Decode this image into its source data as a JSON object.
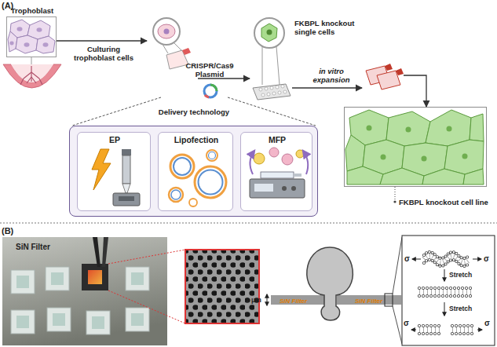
{
  "diagram": {
    "nodes": [
      {
        "text": [
          "Trophoblast"
        ]
      },
      {
        "text": [
          "FKBPL knockout single cells"
        ]
      },
      {
        "text": [
          "FKBPL knockout cell line"
        ]
      },
      {
        "text": [
          "Delivery technology"
        ]
      },
      {
        "text": [
          "EP"
        ],
        "in": 3
      },
      {
        "text": [
          "Lipofection"
        ],
        "in": 3
      },
      {
        "text": [
          "MFP"
        ],
        "in": 3
      }
    ],
    "edges": [
      {
        "from": 0,
        "to": 1,
        "label": "Culturing trophoblast cells",
        "arrow": "to"
      },
      {
        "from": 1,
        "to": 2,
        "label": "in vitro expansion",
        "arrow": "to"
      }
    ],
    "labels": [
      "(A)",
      "CRISPR/Cas9 Plasmid",
      "(B)",
      "SiN Filter",
      "1 μm",
      "SiN Filter",
      "SiN Filter",
      "σ",
      "σ",
      "Stretch",
      "Stretch",
      "σ",
      "σ"
    ]
  }
}
